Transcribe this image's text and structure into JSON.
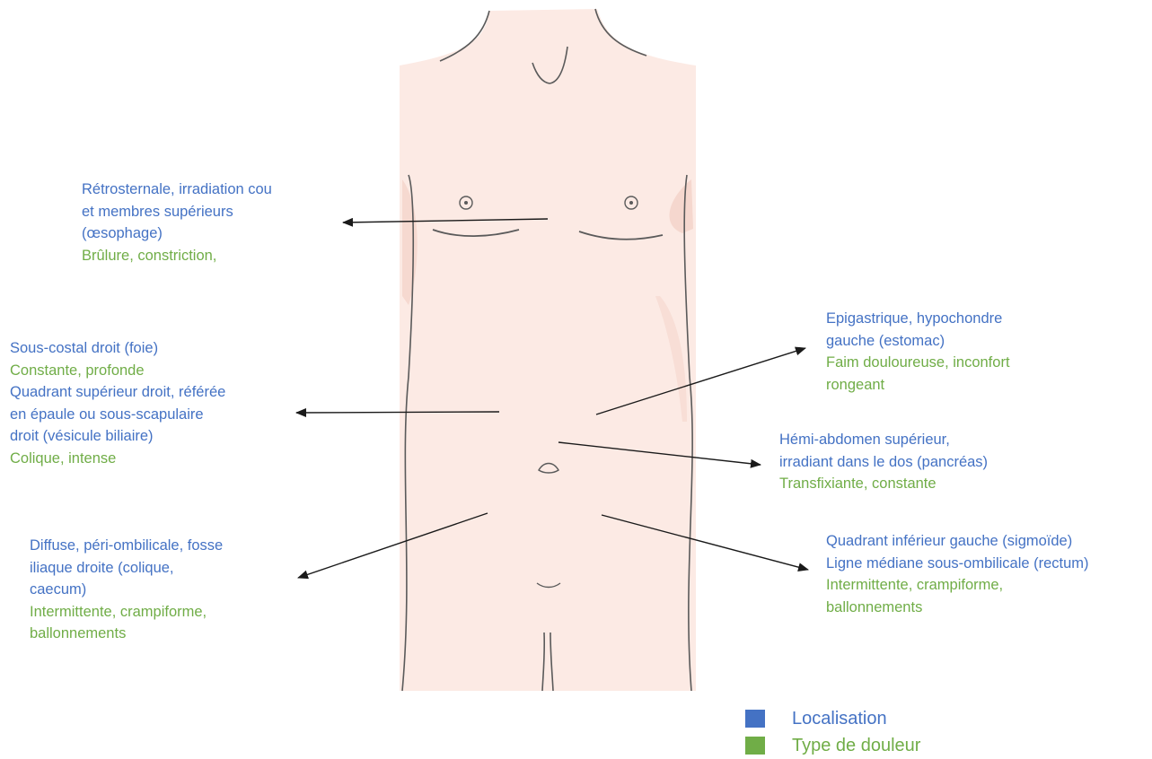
{
  "colors": {
    "localisation": "#4472C4",
    "type_douleur": "#70AD47",
    "skin": "#FCEAE4",
    "skin_shadow": "#F3D2C8",
    "outline": "#5a5a5a",
    "arrow": "#1a1a1a"
  },
  "annotations": {
    "retrosternal": {
      "localisation": [
        "Rétrosternale, irradiation cou",
        "et membres supérieurs",
        "(œsophage)"
      ],
      "douleur": [
        "Brûlure, constriction,"
      ]
    },
    "right_upper": {
      "lines": [
        {
          "text": "Sous-costal droit (foie)",
          "kind": "localisation"
        },
        {
          "text": "Constante, profonde",
          "kind": "douleur"
        },
        {
          "text": "Quadrant supérieur droit, référée",
          "kind": "localisation"
        },
        {
          "text": "en épaule ou sous-scapulaire",
          "kind": "localisation"
        },
        {
          "text": "droit (vésicule biliaire)",
          "kind": "localisation"
        },
        {
          "text": "Colique, intense",
          "kind": "douleur"
        }
      ]
    },
    "right_lower": {
      "localisation": [
        "Diffuse, péri-ombilicale, fosse",
        "iliaque droite (colique,",
        "caecum)"
      ],
      "douleur": [
        "Intermittente, crampiforme,",
        "ballonnements"
      ]
    },
    "epigastric": {
      "localisation": [
        "Epigastrique, hypochondre",
        "gauche (estomac)"
      ],
      "douleur": [
        "Faim douloureuse, inconfort",
        "rongeant"
      ]
    },
    "pancreas": {
      "localisation": [
        "Hémi-abdomen supérieur,",
        "irradiant dans le dos (pancréas)"
      ],
      "douleur": [
        "Transfixiante, constante"
      ]
    },
    "left_lower": {
      "localisation": [
        "Quadrant inférieur gauche (sigmoïde)",
        "Ligne médiane sous-ombilicale (rectum)"
      ],
      "douleur": [
        "Intermittente, crampiforme,",
        "ballonnements"
      ]
    }
  },
  "legend": {
    "localisation": "Localisation",
    "type_douleur": "Type de douleur"
  }
}
